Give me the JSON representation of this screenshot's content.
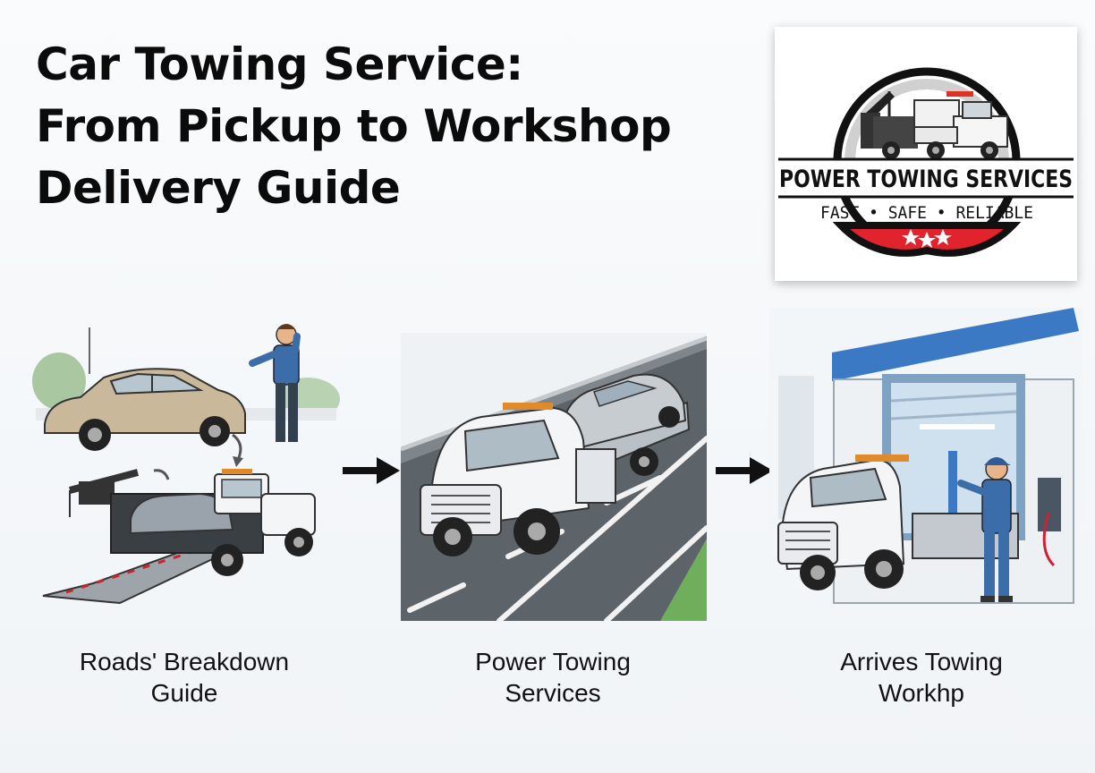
{
  "title": {
    "line1": "Car Towing Service:",
    "line2": "From Pickup to Workshop",
    "line3": "Delivery  Guide"
  },
  "logo": {
    "name": "POWER TOWING SERVICES",
    "tagline": "FAST • SAFE • RELIABLE",
    "colors": {
      "red": "#e0232c",
      "black": "#111111",
      "gray": "#c9c9c9"
    }
  },
  "steps": [
    {
      "caption_line1": "Roads' Breakdown",
      "caption_line2": "Guide",
      "illustration": "breakdown-and-loading-illustration"
    },
    {
      "caption_line1": "Power Towing",
      "caption_line2": "Services",
      "illustration": "highway-tow-truck-illustration"
    },
    {
      "caption_line1": "Arrives Towing",
      "caption_line2": "Workhp",
      "illustration": "workshop-arrival-illustration"
    }
  ],
  "icons": {
    "arrow": "right-arrow-icon"
  },
  "colors": {
    "road": "#5d6469",
    "truck_white": "#f4f5f6",
    "uniform_blue": "#3b6ea8",
    "sky_blue": "#3b79c4"
  }
}
